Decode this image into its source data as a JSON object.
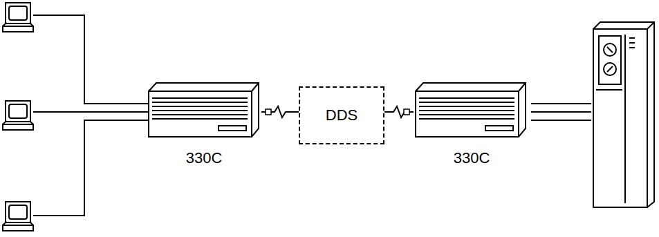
{
  "diagram": {
    "nodes": [
      {
        "text": [
          "330C"
        ]
      },
      {
        "text": [
          "DDS"
        ]
      },
      {
        "text": [
          "330C"
        ]
      }
    ],
    "edges": [
      {
        "from": 0,
        "to": 1,
        "arrow": "none"
      },
      {
        "from": 1,
        "to": 2,
        "arrow": "none"
      }
    ]
  }
}
